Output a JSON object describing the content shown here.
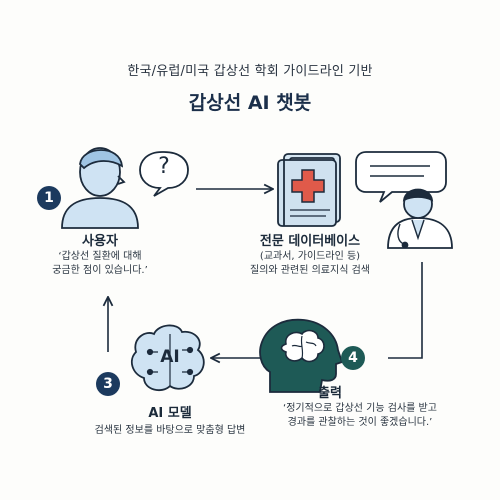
{
  "header": {
    "subtitle": "한국/유럽/미국 갑상선 학회 가이드라인 기반",
    "title": "갑상선 AI 챗봇"
  },
  "steps": [
    {
      "number": "1",
      "label": "사용자",
      "desc_line1": "‘갑상선 질환에 대해",
      "desc_line2": "궁금한 점이 있습니다.’",
      "bubble": "?"
    },
    {
      "label": "전문 데이터베이스",
      "desc_line1": "(교과서, 가이드라인 등)",
      "desc_line2": "질의와 관련된 의료지식 검색"
    },
    {
      "number": "4",
      "label": "출력",
      "desc_line1": "‘정기적으로 갑상선 기능 검사를 받고",
      "desc_line2": "경과를 관찰하는 것이 좋겠습니다.’"
    },
    {
      "number": "3",
      "label": "AI 모델",
      "desc_line1": "검색된 정보를 바탕으로 맞춤형 답변",
      "chip": "AI"
    }
  ],
  "colors": {
    "navy": "#1c3a5e",
    "teal": "#1e5a56",
    "skin": "#cfe3f3",
    "outline": "#1c2b3c",
    "red_cross": "#c0392b"
  }
}
